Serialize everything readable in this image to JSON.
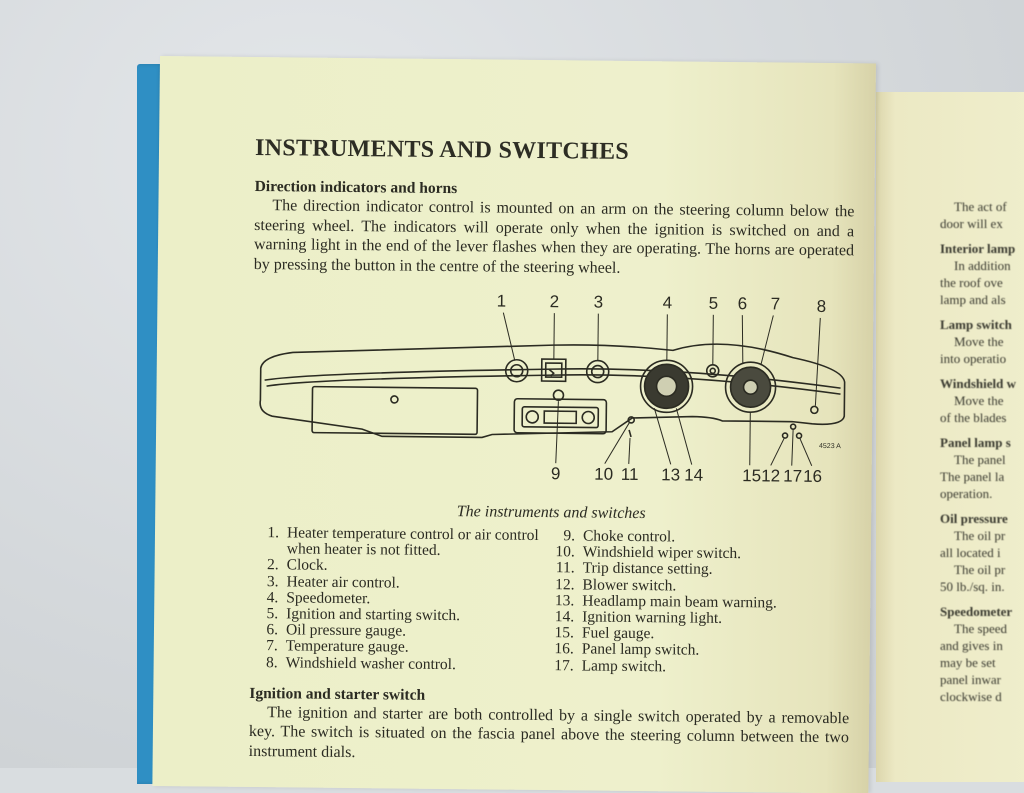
{
  "cover_color": "#2f8fc4",
  "left_page": {
    "title": "INSTRUMENTS AND SWITCHES",
    "section1": {
      "heading": "Direction indicators and horns",
      "body": "The direction indicator control is mounted on an arm on the steering column below the steering wheel. The indicators will operate only when the ignition is switched on and a warning light in the end of the lever flashes when they are operating. The horns are operated by pressing the button in the centre of the steering wheel."
    },
    "figure": {
      "callouts_top": [
        "1",
        "2",
        "3",
        "4",
        "5",
        "6",
        "7",
        "8"
      ],
      "callouts_bottom": [
        "9",
        "10",
        "11",
        "13",
        "14",
        "15",
        "12",
        "17",
        "16"
      ],
      "ref_code": "4523 A",
      "caption": "The instruments and switches"
    },
    "legend": {
      "left": [
        {
          "num": "1.",
          "text": "Heater temperature control or air control when heater is not fitted."
        },
        {
          "num": "2.",
          "text": "Clock."
        },
        {
          "num": "3.",
          "text": "Heater air control."
        },
        {
          "num": "4.",
          "text": "Speedometer."
        },
        {
          "num": "5.",
          "text": "Ignition and starting switch."
        },
        {
          "num": "6.",
          "text": "Oil pressure gauge."
        },
        {
          "num": "7.",
          "text": "Temperature gauge."
        },
        {
          "num": "8.",
          "text": "Windshield washer control."
        }
      ],
      "right": [
        {
          "num": "9.",
          "text": "Choke control."
        },
        {
          "num": "10.",
          "text": "Windshield wiper switch."
        },
        {
          "num": "11.",
          "text": "Trip distance setting."
        },
        {
          "num": "12.",
          "text": "Blower switch."
        },
        {
          "num": "13.",
          "text": "Headlamp main beam warning."
        },
        {
          "num": "14.",
          "text": "Ignition warning light."
        },
        {
          "num": "15.",
          "text": "Fuel gauge."
        },
        {
          "num": "16.",
          "text": "Panel lamp switch."
        },
        {
          "num": "17.",
          "text": "Lamp switch."
        }
      ]
    },
    "section2": {
      "heading": "Ignition and starter switch",
      "body": "The ignition and starter are both controlled by a single switch operated by a removable key. The switch is situated on the fascia panel above the steering column between the two instrument dials."
    }
  },
  "right_page": {
    "lines": [
      {
        "type": "p",
        "text": "The act of"
      },
      {
        "type": "pn",
        "text": "door will ex"
      },
      {
        "type": "h",
        "text": "Interior lamp"
      },
      {
        "type": "p",
        "text": "In addition"
      },
      {
        "type": "pn",
        "text": "the roof ove"
      },
      {
        "type": "pn",
        "text": "lamp and als"
      },
      {
        "type": "h",
        "text": "Lamp switch"
      },
      {
        "type": "p",
        "text": "Move the"
      },
      {
        "type": "pn",
        "text": "into operatio"
      },
      {
        "type": "h",
        "text": "Windshield w"
      },
      {
        "type": "p",
        "text": "Move the"
      },
      {
        "type": "pn",
        "text": "of the blades"
      },
      {
        "type": "h",
        "text": "Panel lamp s"
      },
      {
        "type": "p",
        "text": "The panel"
      },
      {
        "type": "pn",
        "text": "The panel la"
      },
      {
        "type": "pn",
        "text": "operation."
      },
      {
        "type": "h",
        "text": "Oil pressure"
      },
      {
        "type": "p",
        "text": "The oil pr"
      },
      {
        "type": "pn",
        "text": "all located i"
      },
      {
        "type": "p",
        "text": "The oil pr"
      },
      {
        "type": "pn",
        "text": "50 lb./sq. in."
      },
      {
        "type": "h",
        "text": "Speedometer"
      },
      {
        "type": "p",
        "text": "The speed"
      },
      {
        "type": "pn",
        "text": "and gives in"
      },
      {
        "type": "pn",
        "text": "may be set"
      },
      {
        "type": "pn",
        "text": "panel inwar"
      },
      {
        "type": "pn",
        "text": "clockwise d"
      }
    ]
  }
}
